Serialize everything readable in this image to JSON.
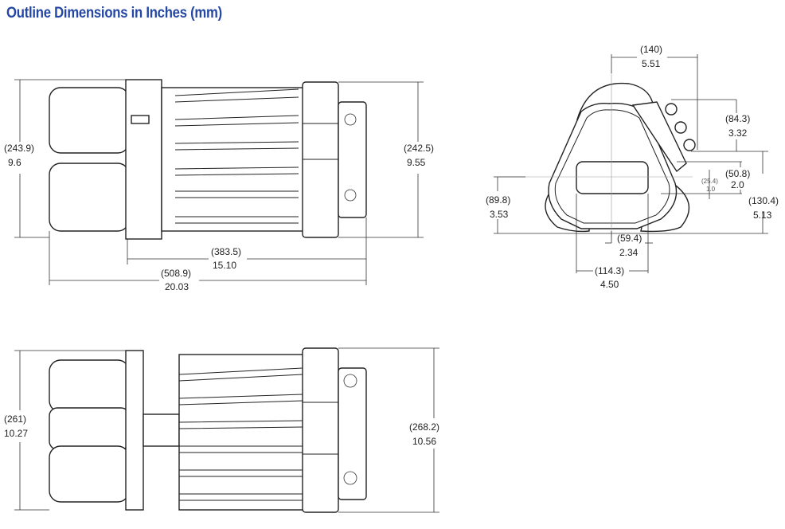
{
  "title": "Outline Dimensions in Inches (mm)",
  "side_view": {
    "height_left": {
      "mm": "(243.9)",
      "in": "9.6"
    },
    "height_right": {
      "mm": "(242.5)",
      "in": "9.55"
    },
    "body_length": {
      "mm": "(383.5)",
      "in": "15.10"
    },
    "overall_length": {
      "mm": "(508.9)",
      "in": "20.03"
    }
  },
  "top_view": {
    "height_left": {
      "mm": "(261)",
      "in": "10.27"
    },
    "height_right": {
      "mm": "(268.2)",
      "in": "10.56"
    }
  },
  "end_view": {
    "width_top": {
      "mm": "(140)",
      "in": "5.51"
    },
    "connector_height": {
      "mm": "(84.3)",
      "in": "3.32"
    },
    "lens_height": {
      "mm": "(50.8)",
      "in": "2.0"
    },
    "lens_half": {
      "mm": "(25.4)",
      "in": "1.0"
    },
    "overall_height": {
      "mm": "(130.4)",
      "in": "5.13"
    },
    "lower_height": {
      "mm": "(89.8)",
      "in": "3.53"
    },
    "half_width": {
      "mm": "(59.4)",
      "in": "2.34"
    },
    "lens_width": {
      "mm": "(114.3)",
      "in": "4.50"
    }
  }
}
